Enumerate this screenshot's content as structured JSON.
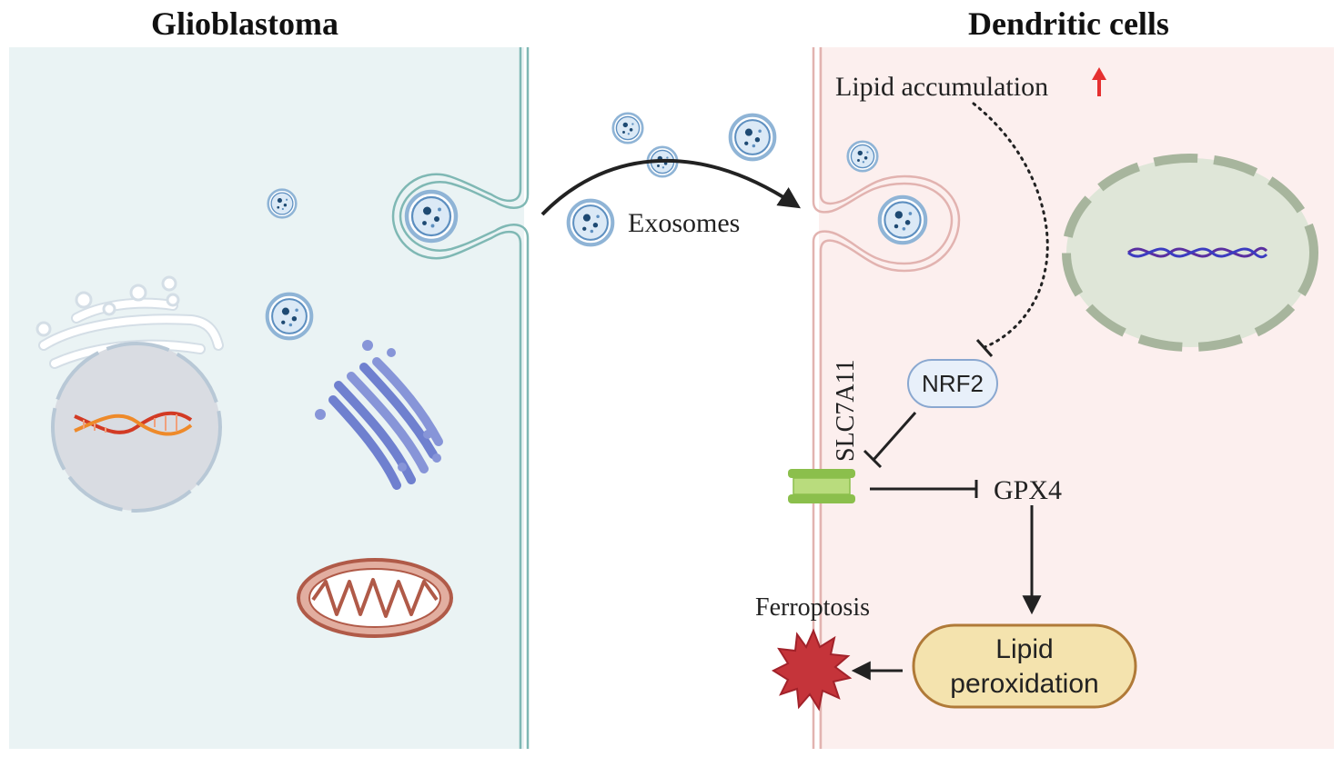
{
  "titles": {
    "glioblastoma": "Glioblastoma",
    "dendritic_cells": "Dendritic cells"
  },
  "labels": {
    "exosomes": "Exosomes",
    "lipid_accumulation": "Lipid accumulation",
    "nrf2": "NRF2",
    "slc7a11": "SLC7A11",
    "gpx4": "GPX4",
    "lipid_peroxidation_line1": "Lipid",
    "lipid_peroxidation_line2": "peroxidation",
    "ferroptosis": "Ferroptosis"
  },
  "colors": {
    "glioblastoma_bg": "#eaf3f4",
    "dendritic_bg": "#fcefee",
    "glioblastoma_membrane": "#7fb8b4",
    "dendritic_membrane": "#e2b3b0",
    "increase_arrow": "#e53030",
    "ferroptosis_star": "#c5343a",
    "lipid_peroxidation_fill": "#f4e3ae",
    "nrf2_fill": "#e8f0fa",
    "transporter": "#a9d36b"
  },
  "icons": {
    "increase_arrow": "up-arrow-icon",
    "ferroptosis": "explosion-star-icon",
    "exosome": "exosome-icon",
    "dna": "dna-helix-icon"
  }
}
